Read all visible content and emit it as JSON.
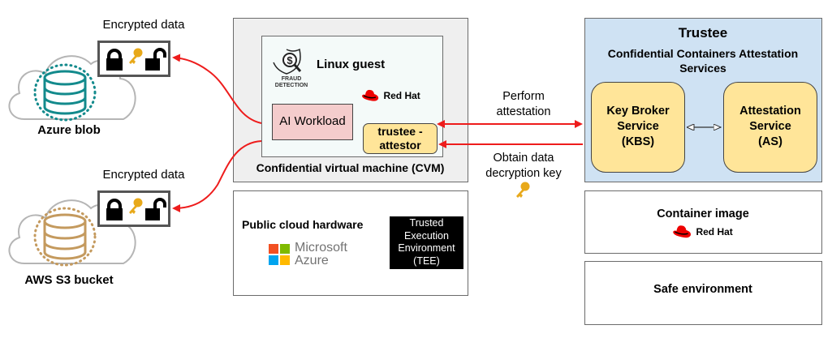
{
  "storage": [
    {
      "name": "Azure blob",
      "encrypted_label": "Encrypted data",
      "color": "#138a8c"
    },
    {
      "name": "AWS S3 bucket",
      "encrypted_label": "Encrypted data",
      "color": "#c49a5e"
    }
  ],
  "cvm": {
    "title": "Confidential virtual machine (CVM)",
    "guest_title": "Linux guest",
    "fraud_icon_label_1": "FRAUD",
    "fraud_icon_label_2": "DETECTION",
    "vendor": "Red Hat",
    "workload": "AI Workload",
    "attestor_line1": "trustee -",
    "attestor_line2": "attestor"
  },
  "hardware": {
    "title": "Public cloud hardware",
    "cloud_line1": "Microsoft",
    "cloud_line2": "Azure",
    "tee_line1": "Trusted",
    "tee_line2": "Execution",
    "tee_line3": "Environment",
    "tee_line4": "(TEE)"
  },
  "flows": {
    "attest_line1": "Perform",
    "attest_line2": "attestation",
    "key_line1": "Obtain data",
    "key_line2": "decryption key"
  },
  "trustee": {
    "title": "Trustee",
    "subtitle_line1": "Confidential Containers Attestation",
    "subtitle_line2": "Services",
    "kbs_line1": "Key Broker",
    "kbs_line2": "Service",
    "kbs_line3": "(KBS)",
    "as_line1": "Attestation",
    "as_line2": "Service",
    "as_line3": "(AS)"
  },
  "container": {
    "title": "Container image",
    "vendor": "Red Hat"
  },
  "safe_env": {
    "title": "Safe environment"
  },
  "colors": {
    "arrow": "#ee1c1c",
    "cvm_bg": "#efefef",
    "guest_bg": "#f4faf9",
    "workload_bg": "#f4cccc",
    "attestor_bg": "#ffe599",
    "trustee_bg": "#cfe2f3",
    "redhat": "#ee0000"
  }
}
